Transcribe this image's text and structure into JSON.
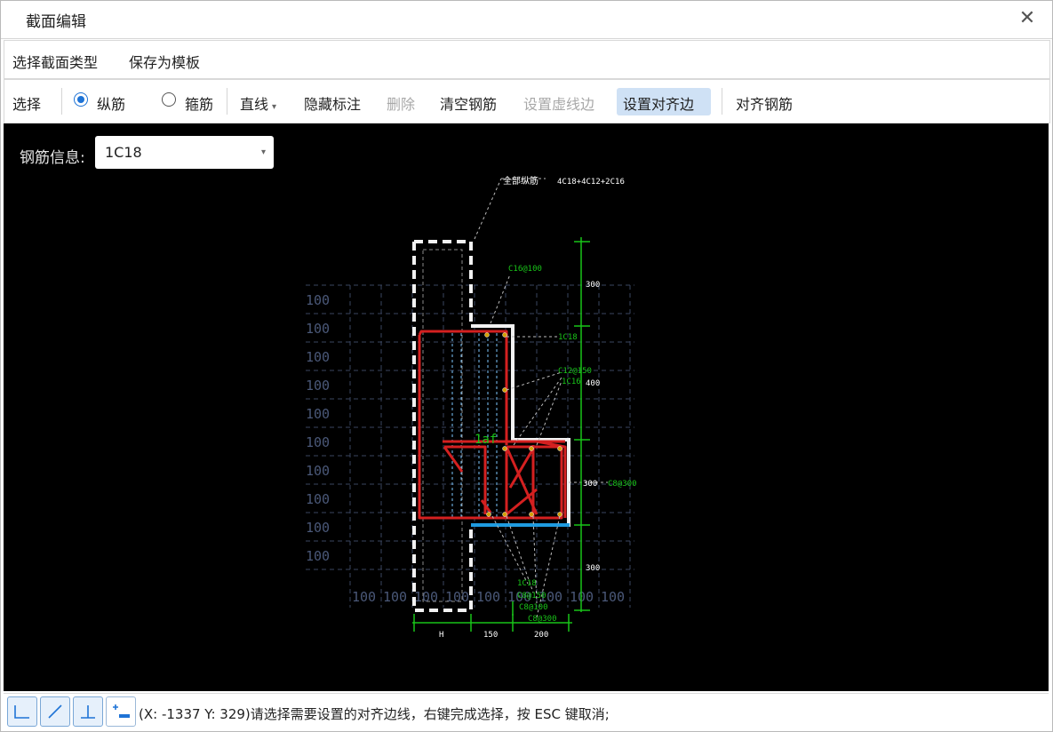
{
  "window": {
    "title": "截面编辑",
    "close_icon": "close-icon"
  },
  "menu": {
    "select_type": "选择截面类型",
    "save_template": "保存为模板"
  },
  "toolbar": {
    "select": "选择",
    "longitudinal": "纵筋",
    "stirrup": "箍筋",
    "line": "直线",
    "hide_annotation": "隐藏标注",
    "delete": "删除",
    "clear_rebar": "清空钢筋",
    "set_dashed_edge": "设置虚线边",
    "set_align_edge": "设置对齐边",
    "align_rebar": "对齐钢筋",
    "selected_mode": "longitudinal"
  },
  "rebar_info": {
    "label": "钢筋信息:",
    "value": "1C18"
  },
  "drawing": {
    "all_rebar_label": "全部纵筋",
    "all_rebar_value": "4C18+4C12+2C16",
    "grid_label": "100",
    "rebar_labels": [
      "C16@100",
      "1C18",
      "C12@150",
      "1C16",
      "C8@300",
      "1C18",
      "C8@150",
      "C8@100",
      "C8@300"
    ],
    "la_label": "1af",
    "dims_right": [
      "300",
      "400",
      "300",
      "300"
    ],
    "dims_bottom": [
      "H",
      "150",
      "200"
    ]
  },
  "status": {
    "coord": "(X: -1337 Y: 329)",
    "message": "请选择需要设置的对齐边线，右键完成选择，按 ESC 键取消;"
  },
  "colors": {
    "accent": "#1e73d6",
    "canvas_bg": "#000000",
    "rebar_red": "#d42020",
    "dim_green": "#19c419",
    "align_edge_blue": "#1e9be0"
  }
}
